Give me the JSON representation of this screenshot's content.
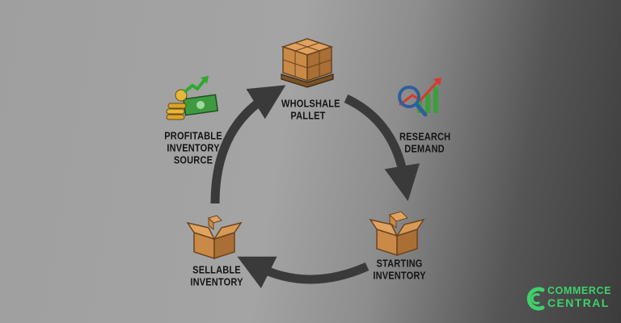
{
  "nodes": {
    "wholesale_pallet": {
      "line1": "WHOLSHALE",
      "line2": "PALLET"
    },
    "research_demand": {
      "line1": "RESEARCH",
      "line2": "DEMAND"
    },
    "starting_inventory": {
      "line1": "STARTING",
      "line2": "INVENTORY"
    },
    "sellable_inventory": {
      "line1": "SELLABLE",
      "line2": "INVENTORY"
    },
    "profitable_source": {
      "line1": "PROFITABLE",
      "line2": "INVENTORY",
      "line3": "SOURCE"
    }
  },
  "icons": [
    "pallet-icon",
    "chart-magnifier-icon",
    "open-box-icon",
    "open-box-icon",
    "money-growth-icon"
  ],
  "brand": {
    "line1": "COMMERCE",
    "line2": "CENTRAL",
    "color": "#3fd06b"
  },
  "colors": {
    "arrow": "#3a3a3a",
    "cardboard": "#c98a47",
    "label": "#141414"
  }
}
